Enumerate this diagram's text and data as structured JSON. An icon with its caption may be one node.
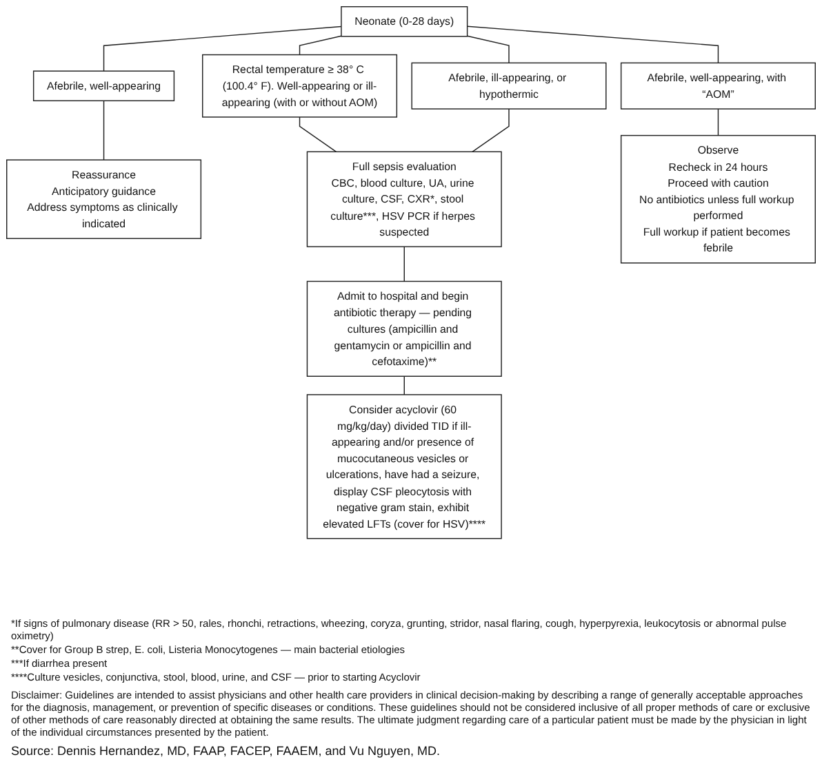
{
  "diagram": {
    "nodes": [
      {
        "text": [
          "Neonate (0-28 days)"
        ]
      },
      {
        "text": [
          "Afebrile, well-appearing"
        ]
      },
      {
        "text": [
          "Afebrile, well-appearing, with “AOM”"
        ]
      },
      {
        "text": [
          "Rectal temperature ≥ 38° C (100.4° F). Well-appearing or ill-appearing (with or without AOM)"
        ]
      },
      {
        "text": [
          "Afebrile, ill-appearing, or hypothermic"
        ]
      },
      {
        "text": [
          "Reassurance",
          "Anticipatory guidance",
          "Address symptoms as clinically indicated"
        ]
      },
      {
        "text": [
          "Full sepsis evaluation",
          "CBC, blood culture, UA, urine culture, CSF, CXR*, stool culture***, HSV PCR if herpes suspected"
        ]
      },
      {
        "text": [
          "Observe",
          "Recheck in 24 hours",
          "Proceed with caution",
          "No antibiotics unless full workup performed",
          "Full workup if patient becomes febrile"
        ]
      },
      {
        "text": [
          "Admit to hospital and begin antibiotic therapy — pending cultures (ampicillin and gentamycin or ampicillin and cefotaxime)**"
        ]
      },
      {
        "text": [
          "Consider acyclovir (60 mg/kg/day) divided TID if ill-appearing and/or presence of mucocutaneous vesicles or ulcerations, have had a seizure, display CSF pleocytosis with negative gram stain, exhibit elevated LFTs (cover for HSV)****"
        ]
      }
    ],
    "edges": [
      {
        "from": 0,
        "to": 1,
        "arrow": "none"
      },
      {
        "from": 0,
        "to": 2,
        "arrow": "none"
      },
      {
        "from": 0,
        "to": 3,
        "arrow": "none"
      },
      {
        "from": 0,
        "to": 4,
        "arrow": "none"
      },
      {
        "from": 1,
        "to": 5,
        "arrow": "none"
      },
      {
        "from": 2,
        "to": 7,
        "arrow": "none"
      },
      {
        "from": 3,
        "to": 6,
        "arrow": "none"
      },
      {
        "from": 4,
        "to": 6,
        "arrow": "none"
      },
      {
        "from": 6,
        "to": 8,
        "arrow": "none"
      },
      {
        "from": 8,
        "to": 9,
        "arrow": "none"
      }
    ],
    "labels": [
      "*If signs of pulmonary disease (RR > 50, rales, rhonchi, retractions, wheezing, coryza, grunting, stridor, nasal flaring, cough, hyperpyrexia, leukocytosis or abnormal pulse oximetry)",
      "**Cover for Group B strep, E. coli, Listeria Monocytogenes — main bacterial etiologies",
      "***If diarrhea present",
      "****Culture vesicles, conjunctiva, stool, blood, urine, and CSF — prior to starting Acyclovir",
      "Disclaimer: Guidelines are intended to assist physicians and other health care providers in clinical decision-making by describing a range of generally acceptable approaches for the diagnosis, management, or prevention of specific diseases or conditions. These guidelines should not be considered inclusive of all proper methods of care or exclusive of other methods of care reasonably directed at obtaining the same results. The ultimate judgment regarding care of a particular patient must be made by the physician in light of the individual circumstances presented by the patient.",
      "Source: Dennis Hernandez, MD, FAAP, FACEP, FAAEM, and Vu Nguyen, MD."
    ]
  }
}
